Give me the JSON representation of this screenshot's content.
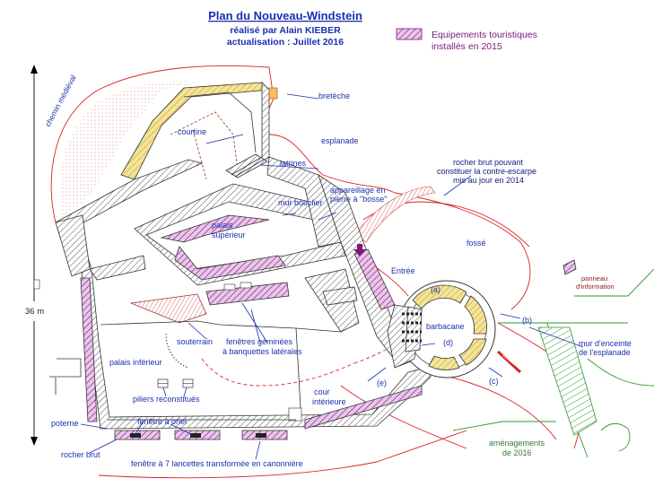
{
  "title": "Plan du Nouveau-Windstein",
  "subtitle_author": "réalisé par Alain KIEBER",
  "subtitle_update": "actualisation : Juillet 2016",
  "legend": {
    "line1": "Equipements touristiques",
    "line2": "installés en 2015",
    "swatch_color": "#b04ab0"
  },
  "scale_label": "36 m",
  "labels": {
    "chemin": "chemin médiéval",
    "breteche": "bretèche",
    "courtine": "courtine",
    "esplanade": "esplanade",
    "latrines": "latrines",
    "mur_bouclier": "mur bouclier",
    "appareillage_1": "appareillage en",
    "appareillage_2": "pierre à \"bosse\"",
    "rocher_brut_1": "rocher brut pouvant",
    "rocher_brut_2": "constituer la contre-escarpe",
    "rocher_brut_3": "mis au jour en 2014",
    "fosse": "fossé",
    "palais_superieur_1": "palais",
    "palais_superieur_2": "supérieur",
    "entree": "Entrée",
    "panneau_1": "panneau",
    "panneau_2": "d'information",
    "barbacane": "barbacane",
    "a": "(a)",
    "b": "(b)",
    "c": "(c)",
    "d": "(d)",
    "e": "(e)",
    "mur_enceinte_1": "mur d'enceinte",
    "mur_enceinte_2": "de l'esplanade",
    "souterrain": "souterrain",
    "fenetres_1": "fenêtres géminées",
    "fenetres_2": "à banquettes latérales",
    "palais_inferieur": "palais inférieur",
    "piliers": "piliers reconstitués",
    "cour_1": "cour",
    "cour_2": "intérieure",
    "poterne": "poterne",
    "fenetre_oriel": "fenêtre à oriel",
    "rocher_brut": "rocher brut",
    "fenetre_7": "fenêtre à 7 lancettes transformée en canonnière",
    "amenagements_1": "aménagements",
    "amenagements_2": "de 2016"
  }
}
